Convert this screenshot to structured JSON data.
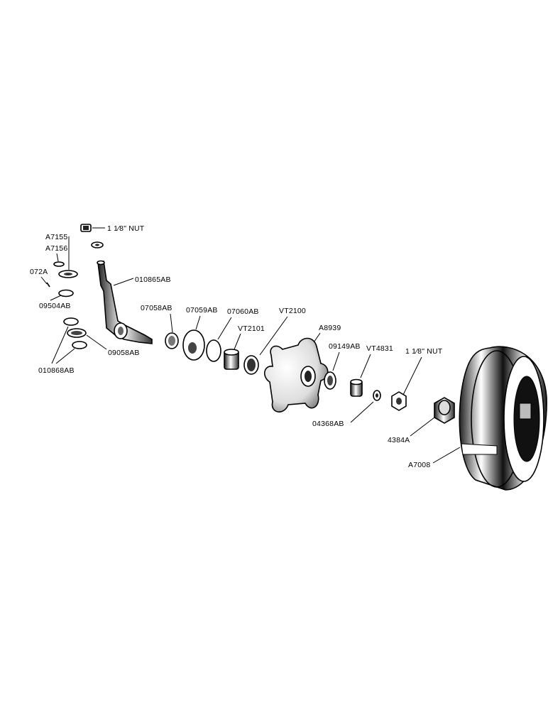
{
  "labels": {
    "nut_top": "1 1⁄8\" NUT",
    "a7155": "A7155",
    "a7156": "A7156",
    "p072a": "072A",
    "p09504ab": "09504AB",
    "p010868ab": "010868AB",
    "p09058ab": "09058AB",
    "p010865ab": "010865AB",
    "p07058ab": "07058AB",
    "p07059ab": "07059AB",
    "p07060ab": "07060AB",
    "vt2100": "VT2100",
    "vt2101": "VT2101",
    "a8939": "A8939",
    "p09149ab": "09149AB",
    "vt4831": "VT4831",
    "nut_right": "1 1⁄8\" NUT",
    "p04368ab": "04368AB",
    "p4384a": "4384A",
    "a7008": "A7008"
  },
  "colors": {
    "ink": "#000000",
    "paper": "#ffffff",
    "shade": "#555555"
  }
}
